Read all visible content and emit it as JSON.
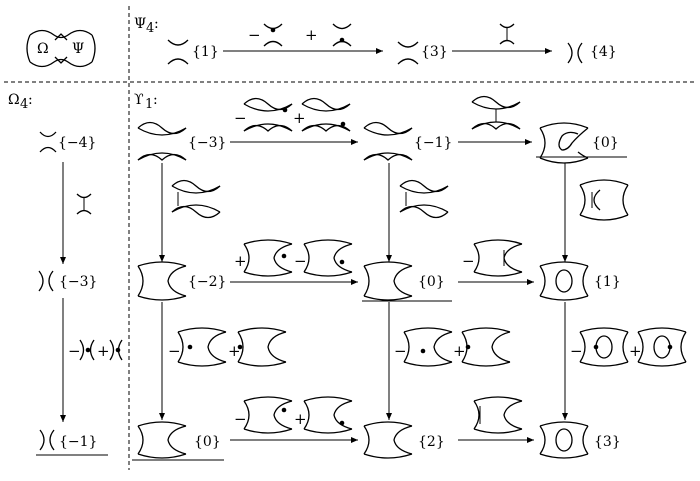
{
  "header": {
    "box_left": "Ω",
    "box_right": "Ψ",
    "psi_label": "Ψ",
    "psi_sub": "4",
    "psi_colon": ":",
    "psi_grades": [
      "{1}",
      "{3}",
      "{4}"
    ]
  },
  "omega_column": {
    "title": "Ω",
    "title_sub": "4",
    "title_colon": ":",
    "grades": [
      "{−4}",
      "{−3}",
      "{−1}"
    ],
    "arrow2_minus": "−",
    "arrow2_plus": "+"
  },
  "upsilon_grid": {
    "title": "ϒ",
    "title_sub": "1",
    "title_colon": ":",
    "rows": [
      [
        "{−3}",
        "{−1}",
        "{0}"
      ],
      [
        "{−2}",
        "{0}",
        "{1}"
      ],
      [
        "{0}",
        "{2}",
        "{3}"
      ]
    ]
  },
  "operators": {
    "minus": "−",
    "plus": "+"
  }
}
